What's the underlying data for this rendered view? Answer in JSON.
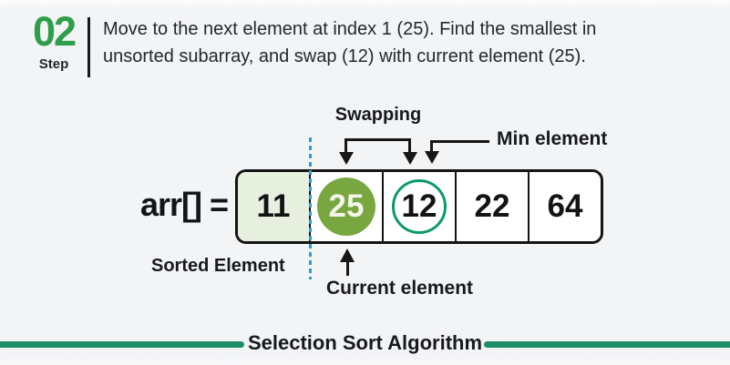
{
  "colors": {
    "background": "#f3f4f6",
    "step_number_green": "#2e9e49",
    "swap_circle_fill": "#78a740",
    "min_ring_green": "#0d9b6c",
    "sorted_cell_bg": "#e7efdf",
    "footer_line_green": "#1e8e66",
    "dashed_line_blue": "#2e9cd6",
    "text_dark": "#1c1e21"
  },
  "step": {
    "number": "02",
    "label": "Step"
  },
  "description": {
    "line1": "Move to the next element at index 1 (25). Find the smallest in",
    "line2": "unsorted subarray, and swap (12) with current element (25)."
  },
  "diagram": {
    "swapping_label": "Swapping",
    "min_element_label": "Min element",
    "array_name_label": "arr[] =",
    "sorted_element_label": "Sorted Element",
    "current_element_label": "Current element",
    "array": {
      "values": [
        "11",
        "25",
        "12",
        "22",
        "64"
      ],
      "sorted_index": 0,
      "current_index": 1,
      "min_index": 2
    }
  },
  "footer": {
    "title": "Selection Sort Algorithm"
  }
}
